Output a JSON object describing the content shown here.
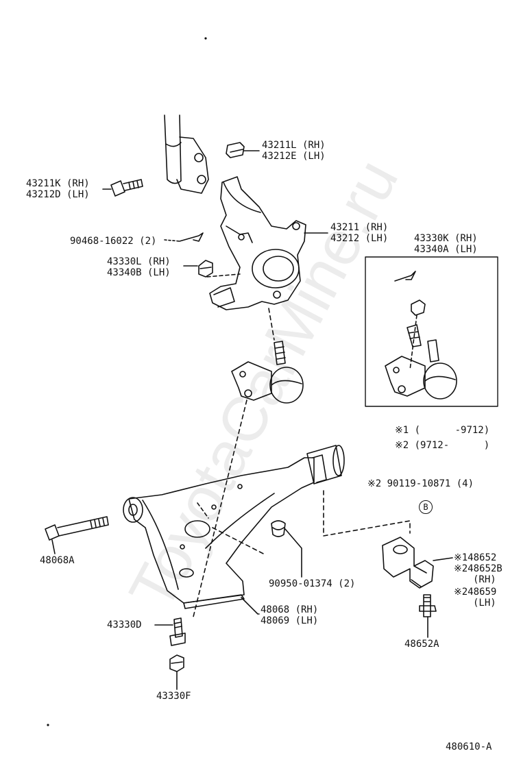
{
  "watermark": "ToyotaCarMine.ru",
  "diagram_code": "480610-A",
  "labels": {
    "strut_nut": [
      "43211L (RH)",
      "43212E (LH)"
    ],
    "strut_bolt": [
      "43211K (RH)",
      "43212D (LH)"
    ],
    "cotter_pin": "90468-16022 (2)",
    "knuckle": [
      "43211 (RH)",
      "43212 (LH)"
    ],
    "ball_joint_nut": [
      "43330L (RH)",
      "43340B (LH)"
    ],
    "ball_joint_assy": [
      "43330K (RH)",
      "43340A (LH)"
    ],
    "note_1": "※1 (      -9712)",
    "note_2": "※2 (9712-      )",
    "bushing_bolt": "※2 90119-10871 (4)",
    "ref_mark": "B",
    "arm_bolt": "48068A",
    "plug": "90950-01374 (2)",
    "stabilizer_link": [
      "※148652",
      "※248652B",
      "(RH)",
      "※248659",
      "(LH)"
    ],
    "lower_arm": [
      "48068 (RH)",
      "48069 (LH)"
    ],
    "arm_bolt_lower": "43330D",
    "arm_nut_lower": "43330F",
    "stabilizer_bolt": "48652A"
  }
}
